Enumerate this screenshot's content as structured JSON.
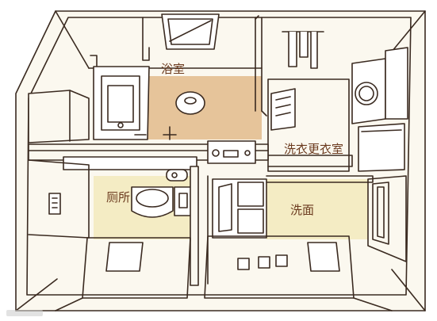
{
  "rooms": {
    "bathroom": {
      "label": "浴室"
    },
    "laundry_dressing": {
      "label": "洗衣更衣室"
    },
    "toilet": {
      "label": "厕所"
    },
    "washroom": {
      "label": "洗面"
    }
  },
  "colors": {
    "ink": "#3a2a20",
    "floor_tan": "#e6c49a",
    "floor_cream": "#f4ecc4",
    "wall_light": "#fbf8ef",
    "label": "#6b3a1e"
  }
}
